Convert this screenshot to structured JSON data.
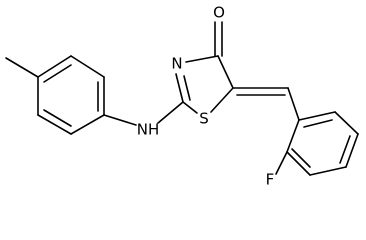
{
  "molecule": {
    "atoms": {
      "oxygen": "O",
      "ring_nitrogen": "N",
      "amine": "NH",
      "sulfur": "S",
      "fluorine": "F"
    }
  },
  "colors": {
    "bond": "#000000",
    "background": "#ffffff"
  }
}
